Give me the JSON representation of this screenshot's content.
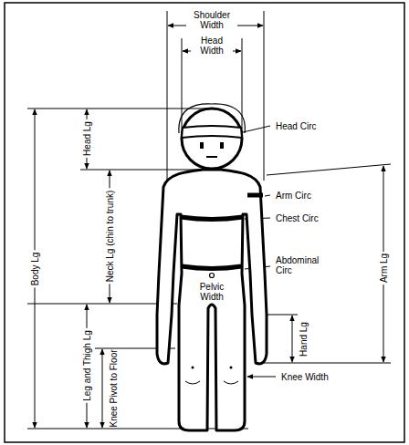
{
  "diagram": {
    "labels": [
      "Shoulder Width",
      "Head Width",
      "Head Circ",
      "Head Lg",
      "Neck Lg (chin to trunk)",
      "Arm Circ",
      "Chest Circ",
      "Body Lg",
      "Abdominal Circ",
      "Pelvic Width",
      "Hand Lg",
      "Arm Lg",
      "Leg and Thigh Lg",
      "Knee Width",
      "Knee Pivot to Floor"
    ]
  }
}
